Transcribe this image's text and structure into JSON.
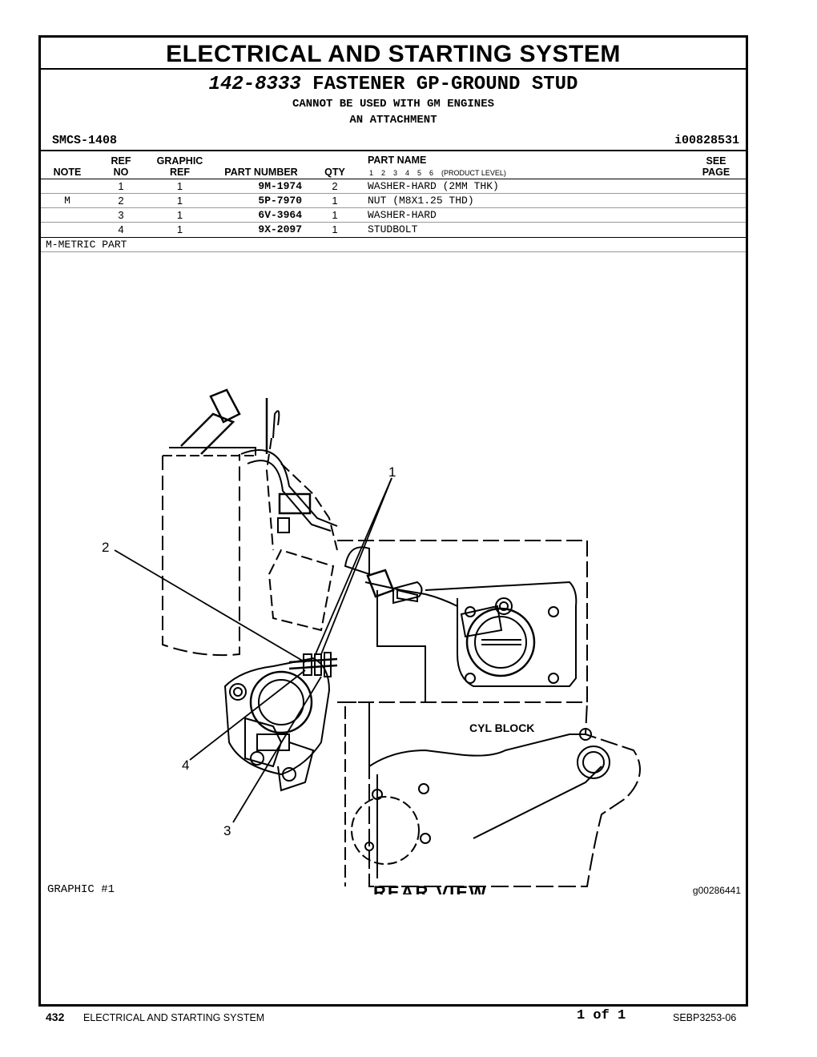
{
  "header": {
    "system_title": "ELECTRICAL AND STARTING SYSTEM",
    "group_part_number": "142-8333",
    "group_name": "FASTENER GP-GROUND STUD",
    "notes": [
      "CANNOT BE USED WITH GM ENGINES",
      "AN ATTACHMENT"
    ],
    "smcs": "SMCS-1408",
    "illustration_id": "i00828531"
  },
  "table": {
    "headers": {
      "note": "NOTE",
      "ref_no_1": "REF",
      "ref_no_2": "NO",
      "graphic_ref_1": "GRAPHIC",
      "graphic_ref_2": "REF",
      "part_number": "PART NUMBER",
      "qty": "QTY",
      "part_name": "PART NAME",
      "product_level": "1    2    3    4    5    6    (PRODUCT LEVEL)",
      "see_page_1": "SEE",
      "see_page_2": "PAGE"
    },
    "rows": [
      {
        "note": "",
        "ref": "1",
        "graphic": "1",
        "part_number": "9M-1974",
        "qty": "2",
        "name": "WASHER-HARD (2MM THK)"
      },
      {
        "note": "M",
        "ref": "2",
        "graphic": "1",
        "part_number": "5P-7970",
        "qty": "1",
        "name": "NUT (M8X1.25 THD)"
      },
      {
        "note": "",
        "ref": "3",
        "graphic": "1",
        "part_number": "6V-3964",
        "qty": "1",
        "name": "WASHER-HARD"
      },
      {
        "note": "",
        "ref": "4",
        "graphic": "1",
        "part_number": "9X-2097",
        "qty": "1",
        "name": "STUDBOLT"
      }
    ],
    "footnote": "M-METRIC PART"
  },
  "graphic": {
    "callouts": [
      "1",
      "2",
      "3",
      "4"
    ],
    "label_block": "CYL BLOCK",
    "label_view": "REAR VIEW",
    "caption": "GRAPHIC #1",
    "graphic_id": "g00286441"
  },
  "footer": {
    "page_number": "432",
    "section": "ELECTRICAL AND STARTING SYSTEM",
    "page_of": "1 of 1",
    "document": "SEBP3253-06"
  }
}
